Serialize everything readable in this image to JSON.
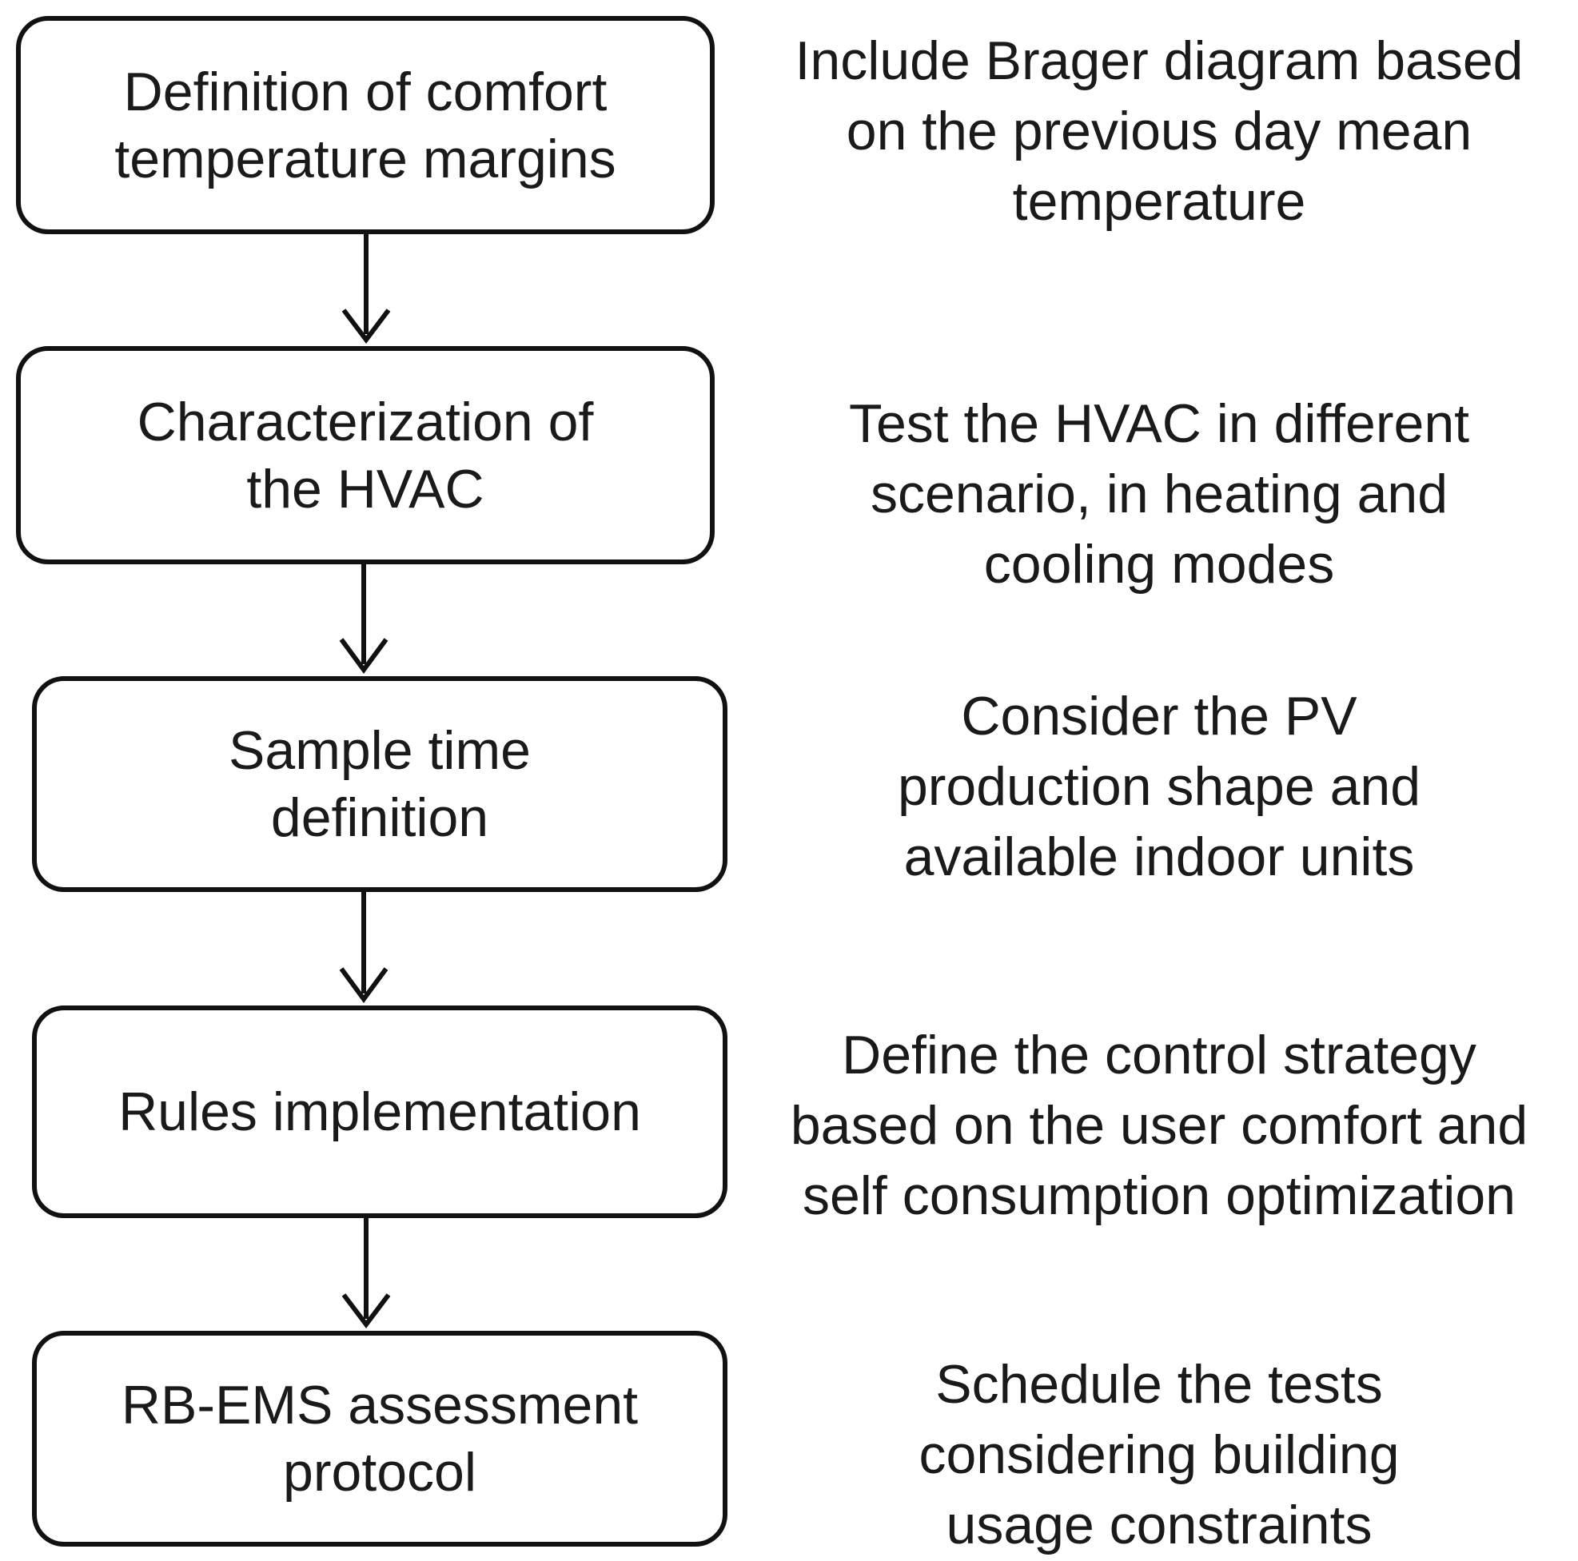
{
  "flowchart": {
    "steps": [
      {
        "label": "Definition of comfort\ntemperature margins",
        "note": "Include Brager diagram based\non the previous day mean\ntemperature"
      },
      {
        "label": "Characterization of\nthe HVAC",
        "note": "Test the HVAC in different\nscenario, in heating and\ncooling modes"
      },
      {
        "label": "Sample time\ndefinition",
        "note": "Consider the PV\nproduction shape and\navailable indoor units"
      },
      {
        "label": "Rules implementation",
        "note": "Define the control strategy\nbased on the user comfort and\nself consumption optimization"
      },
      {
        "label": "RB-EMS assessment\nprotocol",
        "note": "Schedule the tests\nconsidering building\nusage constraints"
      }
    ]
  }
}
